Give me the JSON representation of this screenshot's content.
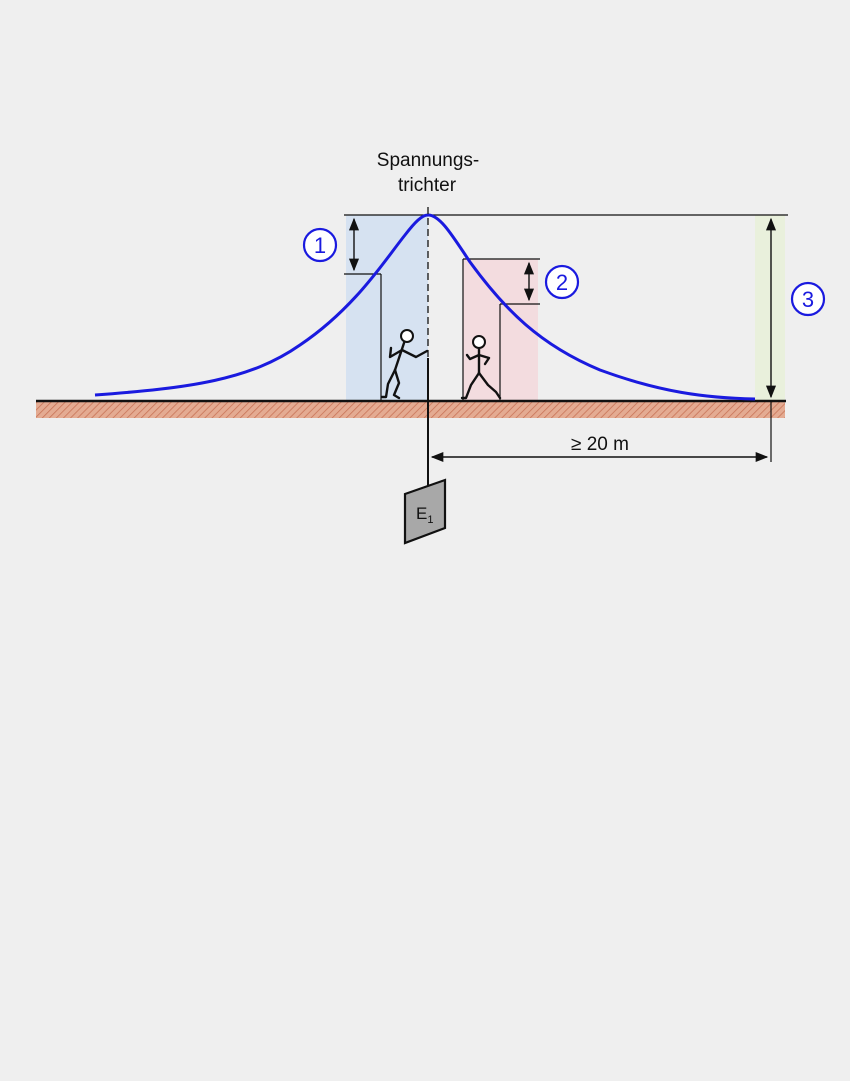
{
  "title": {
    "line1": "Spannungs-",
    "line2": "trichter"
  },
  "markers": [
    {
      "number": "1",
      "meaning": ""
    },
    {
      "number": "2",
      "meaning": ""
    },
    {
      "number": "3",
      "meaning": ""
    }
  ],
  "distance_label": "≥ 20 m",
  "electrode": {
    "letter": "E",
    "subscript": "1"
  },
  "colors": {
    "background": "#efefef",
    "curve": "#1a1adf",
    "zone1_fill": "#d6e2f1",
    "zone2_fill": "#f3dcdf",
    "zone3_fill": "#e9f0dc",
    "ground": "#e0a58b",
    "electrode": "#a8a8a8",
    "line": "#111111"
  }
}
